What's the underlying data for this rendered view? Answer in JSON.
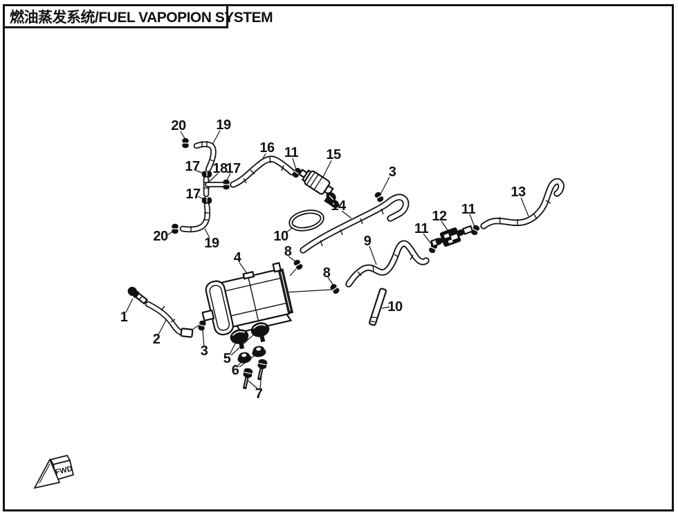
{
  "title": "燃油蒸发系统/FUEL VAPOPION SYSTEM",
  "direction_indicator": {
    "label": "FWD"
  },
  "colors": {
    "line": "#111111",
    "paper": "#ffffff"
  },
  "callouts": {
    "clamp_20_top": "20",
    "hose_19_top": "19",
    "clamp_17_a": "17",
    "tee_18": "18",
    "clamp_17_b": "17",
    "hose_16": "16",
    "clamp_11_a": "11",
    "valve_15": "15",
    "clamp_3_top": "3",
    "hose_14": "14",
    "clamp_17_c": "17",
    "clamp_20_bottom": "20",
    "hose_19_bottom": "19",
    "ring_10": "10",
    "hose_13": "13",
    "clamp_11_c": "11",
    "valve_12": "12",
    "clamp_11_b": "11",
    "hose_9": "9",
    "canister_4": "4",
    "clamp_8_a": "8",
    "clamp_8_b": "8",
    "tube_10": "10",
    "fitting_1": "1",
    "hose_2": "2",
    "clamp_3_left": "3",
    "grommet_5": "5",
    "nut_6": "6",
    "bolt_7": "7"
  }
}
